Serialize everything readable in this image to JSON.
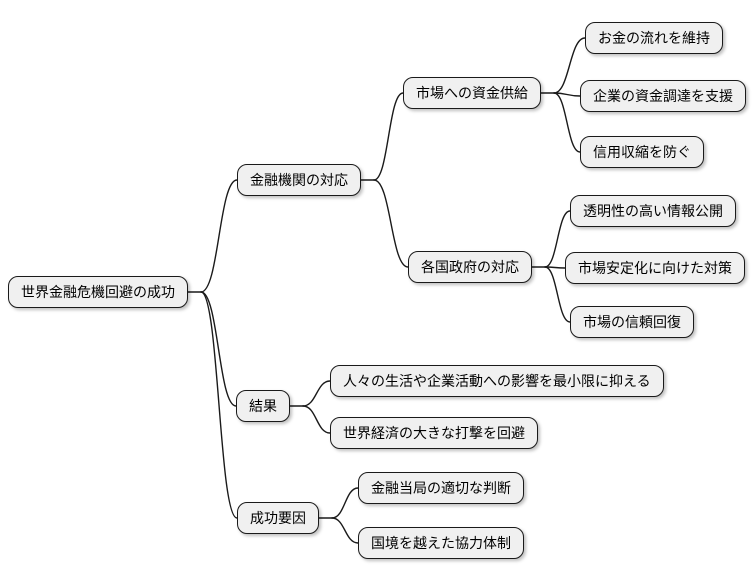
{
  "diagram": {
    "type": "mindmap",
    "colors": {
      "background": "#ffffff",
      "node_fill": "#f0f0f0",
      "node_border": "#1a1a1a",
      "edge": "#1a1a1a"
    },
    "root": {
      "label": "世界金融危機回避の成功"
    },
    "branches": [
      {
        "label": "金融機関の対応",
        "children": [
          {
            "label": "市場への資金供給",
            "children": [
              {
                "label": "お金の流れを維持"
              },
              {
                "label": "企業の資金調達を支援"
              },
              {
                "label": "信用収縮を防ぐ"
              }
            ]
          },
          {
            "label": "各国政府の対応",
            "children": [
              {
                "label": "透明性の高い情報公開"
              },
              {
                "label": "市場安定化に向けた対策"
              },
              {
                "label": "市場の信頼回復"
              }
            ]
          }
        ]
      },
      {
        "label": "結果",
        "children": [
          {
            "label": "人々の生活や企業活動への影響を最小限に抑える"
          },
          {
            "label": "世界経済の大きな打撃を回避"
          }
        ]
      },
      {
        "label": "成功要因",
        "children": [
          {
            "label": "金融当局の適切な判断"
          },
          {
            "label": "国境を越えた協力体制"
          }
        ]
      }
    ]
  }
}
